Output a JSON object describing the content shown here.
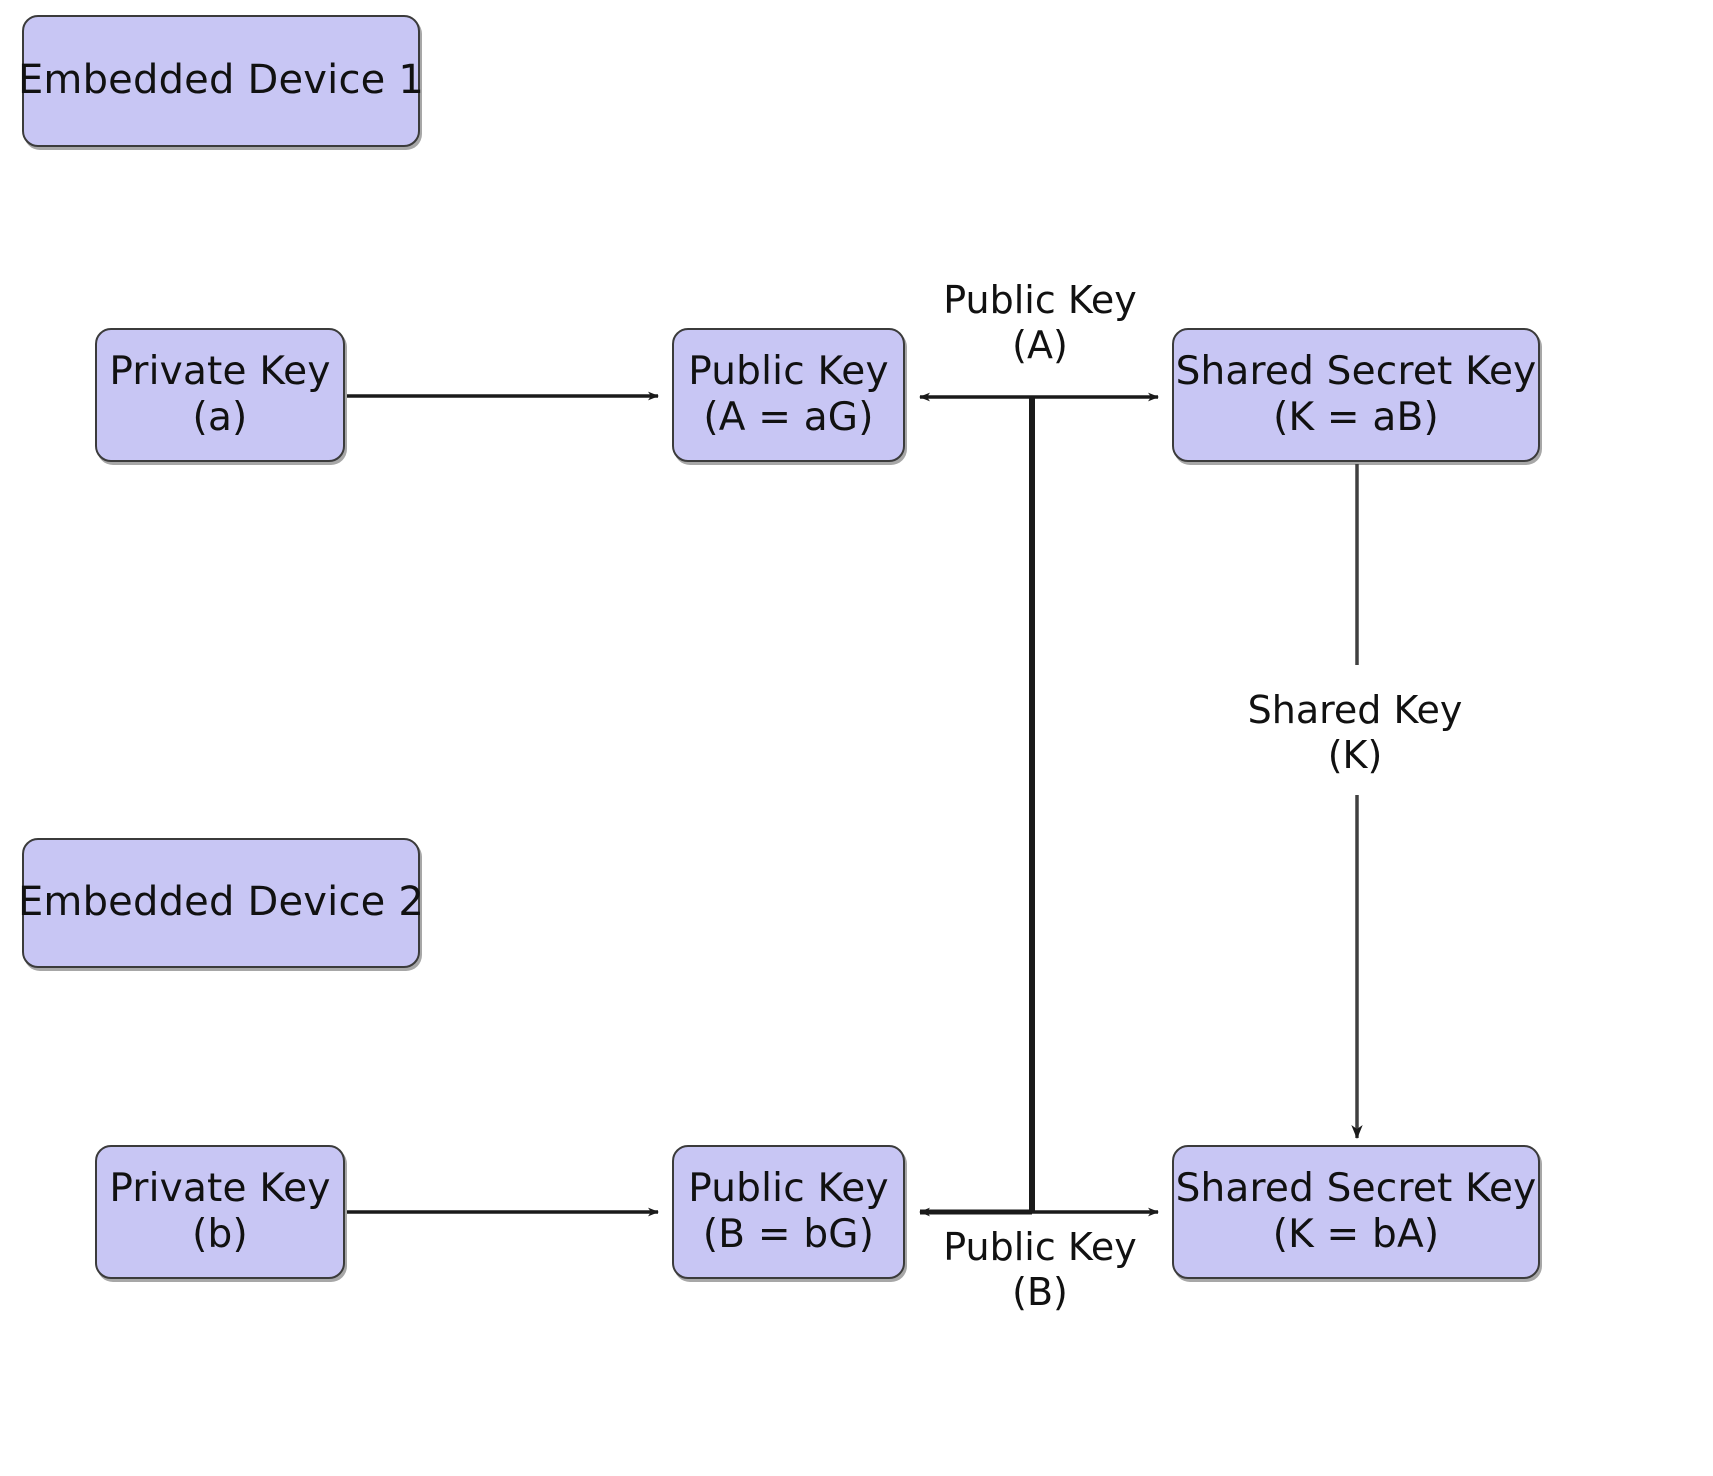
{
  "diagram": {
    "title": "Elliptic Curve Diffie-Hellman key exchange between two embedded devices",
    "background_color": "#ffffff",
    "node_fill_color": "#c8c6f4",
    "node_border_color": "#3b3b3b",
    "text_color": "#111111",
    "nodes": [
      {
        "id": "device-1",
        "label": "Embedded Device 1",
        "line1": "Embedded Device 1",
        "line2": ""
      },
      {
        "id": "private-key-a",
        "label": "Private Key (a)",
        "line1": "Private Key",
        "line2": "(a)"
      },
      {
        "id": "public-key-a",
        "label": "Public Key (A = aG)",
        "line1": "Public Key",
        "line2": "(A = aG)"
      },
      {
        "id": "shared-a",
        "label": "Shared Secret Key (K = aB)",
        "line1": "Shared Secret Key",
        "line2": "(K = aB)"
      },
      {
        "id": "device-2",
        "label": "Embedded Device 2",
        "line1": "Embedded Device 2",
        "line2": ""
      },
      {
        "id": "private-key-b",
        "label": "Private Key (b)",
        "line1": "Private Key",
        "line2": "(b)"
      },
      {
        "id": "public-key-b",
        "label": "Public Key (B = bG)",
        "line1": "Public Key",
        "line2": "(B = bG)"
      },
      {
        "id": "shared-b",
        "label": "Shared Secret Key (K = bA)",
        "line1": "Shared Secret Key",
        "line2": "(K = bA)"
      }
    ],
    "edge_labels": [
      {
        "id": "public-key-a-label",
        "line1": "Public Key",
        "line2": "(A)"
      },
      {
        "id": "shared-key-k-label",
        "line1": "Shared Key",
        "line2": "(K)"
      },
      {
        "id": "public-key-b-label",
        "line1": "Public Key",
        "line2": "(B)"
      }
    ],
    "edges": [
      {
        "id": "edge-private-a-to-public-a",
        "from": "private-key-a",
        "to": "public-key-a",
        "direction": "right",
        "label": ""
      },
      {
        "id": "edge-public-a-to-shared-a",
        "from": "public-key-a",
        "to": "shared-a",
        "direction": "both",
        "label": "Public Key (A)"
      },
      {
        "id": "edge-shared-a-to-shared-b",
        "from": "shared-a",
        "to": "shared-b",
        "direction": "down",
        "label": "Shared Key (K)"
      },
      {
        "id": "edge-private-b-to-public-b",
        "from": "private-key-b",
        "to": "public-key-b",
        "direction": "right",
        "label": ""
      },
      {
        "id": "edge-public-b-to-shared-b",
        "from": "public-key-b",
        "to": "shared-b",
        "direction": "both",
        "label": "Public Key (B)"
      },
      {
        "id": "edge-public-a-branch-down",
        "from": "public-key-a",
        "to": "public-key-b",
        "direction": "vertical-link",
        "label": ""
      }
    ]
  }
}
